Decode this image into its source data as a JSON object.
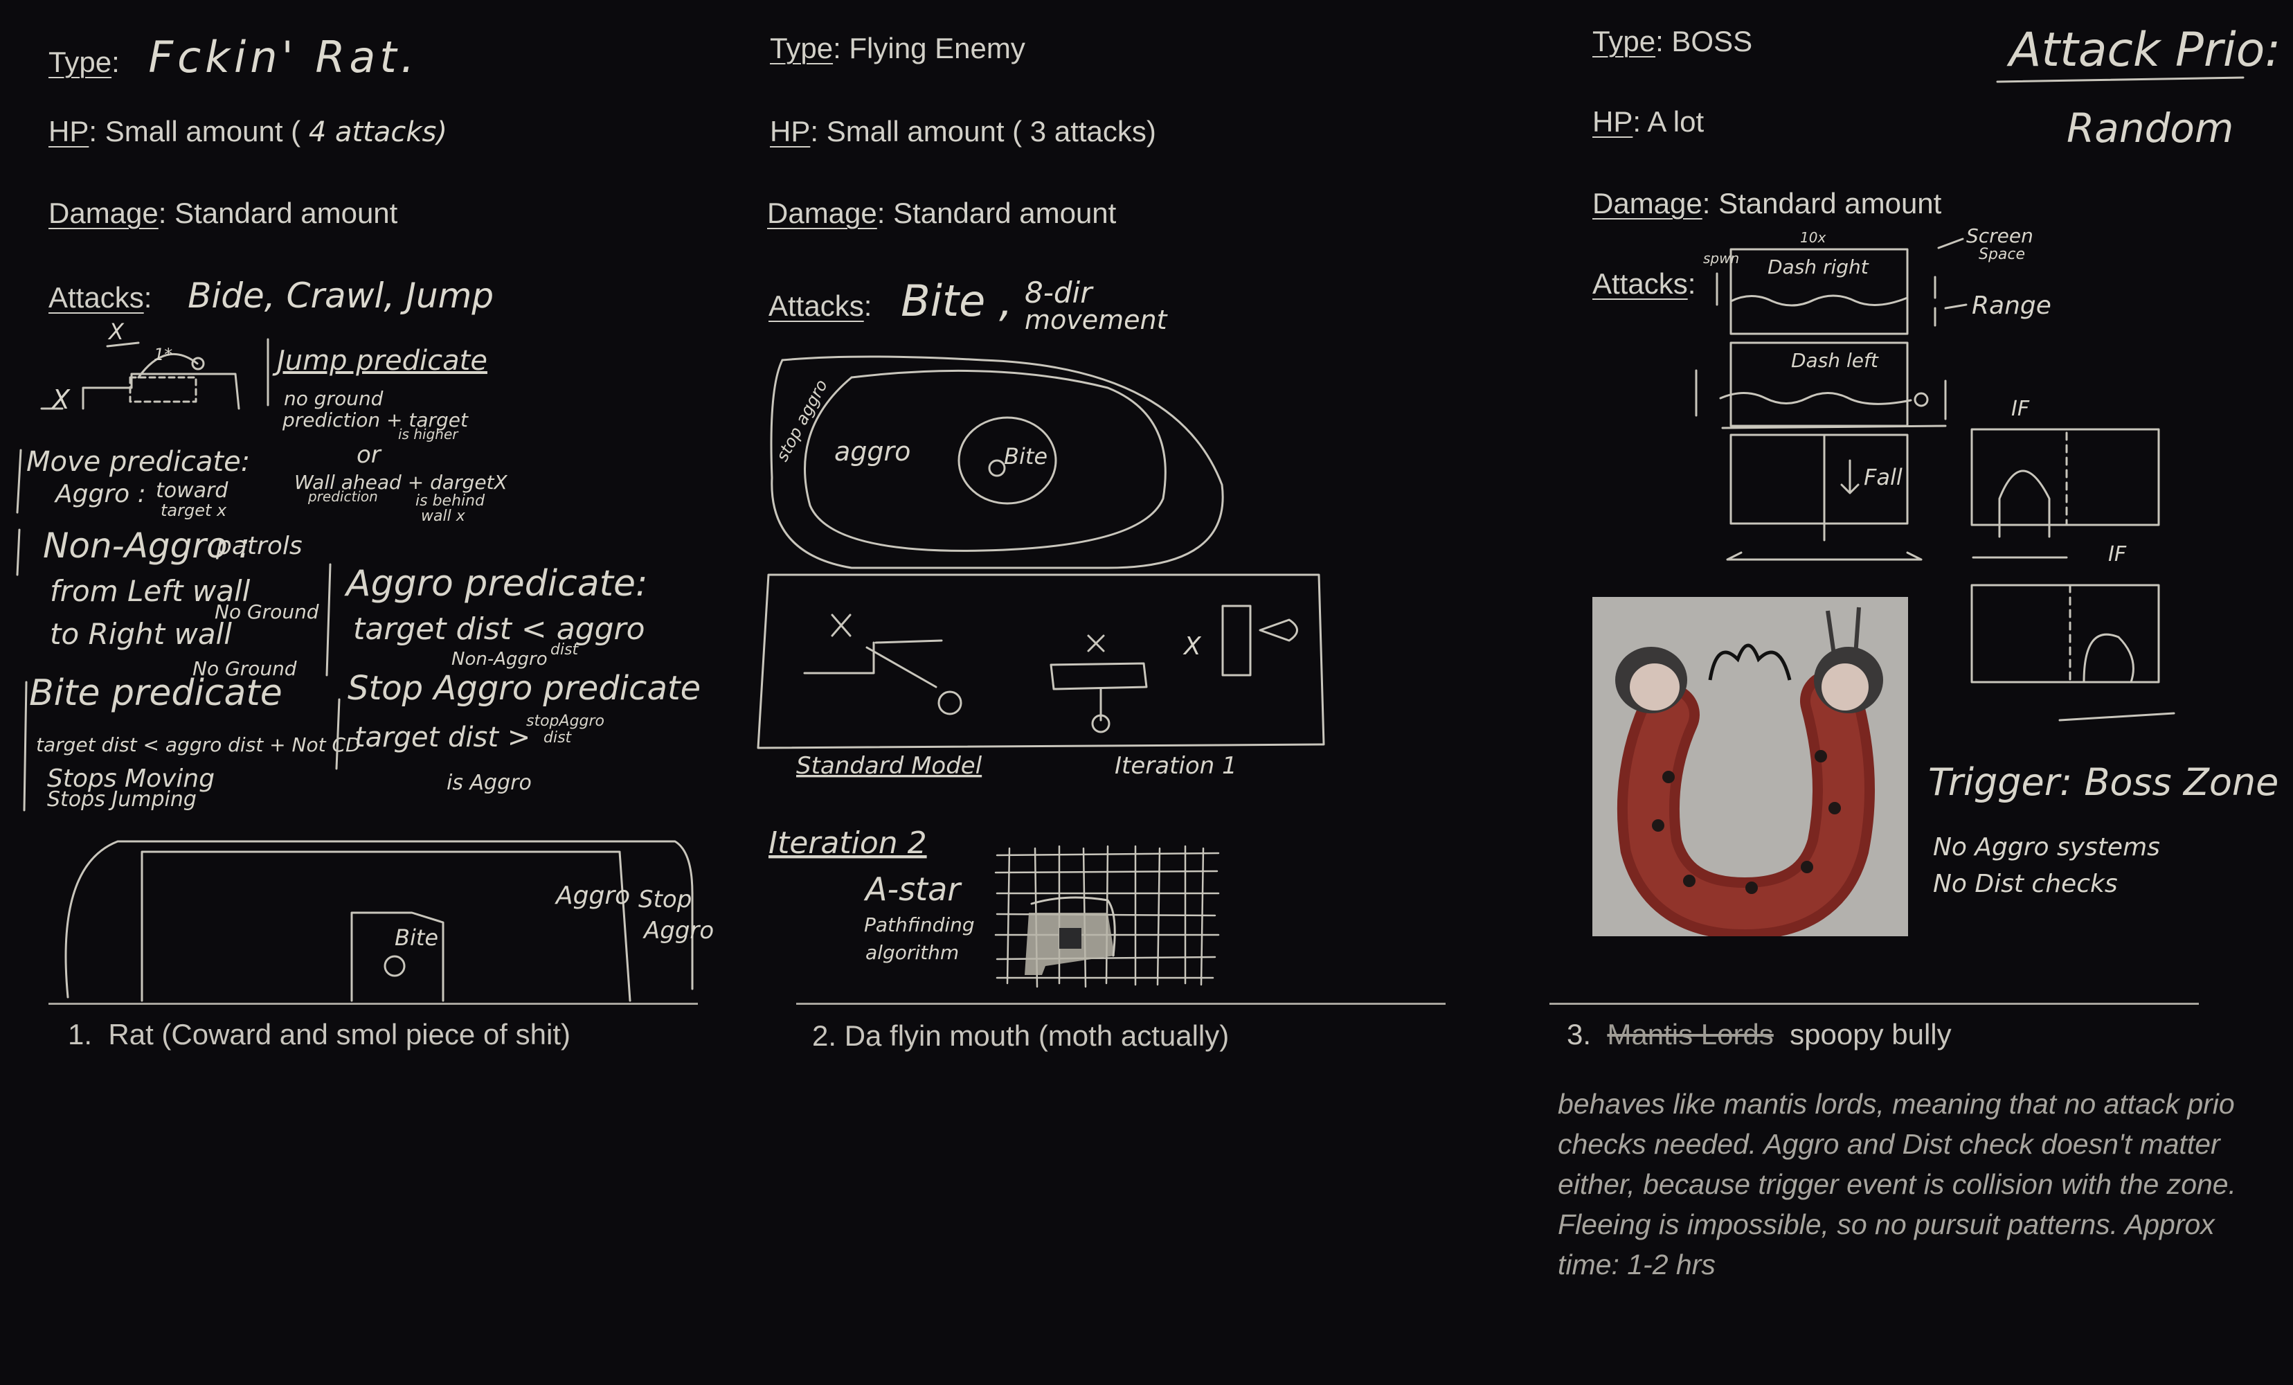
{
  "columns": [
    {
      "type_label": "Type",
      "type_value": "Fckin' Rat.",
      "hp_label": "HP",
      "hp_value": "Small amount (",
      "hp_hand": "4 attacks)",
      "damage_label": "Damage",
      "damage_value": "Standard amount",
      "attacks_label": "Attacks",
      "attacks_value": "Bide, Crawl, Jump",
      "caption_number": "1.",
      "caption": "Rat (Coward and smol piece of shit)"
    },
    {
      "type_label": "Type",
      "type_value": "Flying Enemy",
      "hp_label": "HP",
      "hp_value": "Small amount ( 3 attacks)",
      "damage_label": "Damage",
      "damage_value": "Standard amount",
      "attacks_label": "Attacks",
      "attacks_value": "Bite ,",
      "attacks_extra_1": "8-dir",
      "attacks_extra_2": "movement",
      "caption_number": "2.",
      "caption": "Da flyin mouth (moth actually)"
    },
    {
      "type_label": "Type",
      "type_value": "BOSS",
      "hp_label": "HP",
      "hp_value": "A lot",
      "damage_label": "Damage",
      "damage_value": "Standard amount",
      "attacks_label": "Attacks",
      "caption_number": "3.",
      "caption_struck": "Mantis Lords",
      "caption": "spoopy bully",
      "note": "behaves like mantis lords, meaning that no attack prio checks needed. Aggro and Dist check doesn't matter either, because trigger event is collision with the zone. Fleeing is impossible, so no pursuit patterns. Approx time: 1-2 hrs"
    }
  ],
  "rat_sketch": {
    "jump_title": "Jump predicate",
    "jump_line1": "no ground",
    "jump_line2": "prediction + target",
    "jump_line3": "is higher",
    "jump_or": "or",
    "jump_line4": "Wall ahead + dargetX",
    "jump_line5": "prediction",
    "jump_line6": "is behind",
    "jump_line7": "wall x",
    "move_title": "Move predicate:",
    "move_aggro": "Aggro :",
    "move_toward": "toward",
    "move_target": "target x",
    "nonaggro_title": "Non-Aggro :",
    "nonaggro_patrols": "patrols",
    "nonaggro_from": "from Left wall",
    "nonaggro_noground1": "No Ground",
    "nonaggro_to": "to Right wall",
    "nonaggro_noground2": "No Ground",
    "aggro_title": "Aggro predicate:",
    "aggro_line": "target dist < aggro",
    "aggro_dist": "dist",
    "aggro_non": "Non-Aggro",
    "bite_title": "Bite predicate",
    "bite_line": "target dist < aggro dist + Not CD",
    "bite_stops1": "Stops Moving",
    "bite_stops2": "Stops Jumping",
    "stop_title": "Stop Aggro predicate",
    "stop_line": "target dist >",
    "stop_dist1": "stopAggro",
    "stop_dist2": "dist",
    "stop_is": "is Aggro",
    "zone_aggro": "Aggro",
    "zone_stop1": "Stop",
    "zone_stop2": "Aggro",
    "zone_bite": "Bite",
    "mini_x": "X",
    "mini_1": "1*"
  },
  "moth_sketch": {
    "stop_aggro": "stop aggro",
    "aggro": "aggro",
    "bite": "Bite",
    "standard_model": "Standard Model",
    "iteration1": "Iteration 1",
    "iteration2": "Iteration 2",
    "astar1": "A-star",
    "astar2": "Pathfinding",
    "astar3": "algorithm"
  },
  "boss_sketch": {
    "attack_prio": "Attack Prio:",
    "random": "Random",
    "spawn": "spwn",
    "tx": "10x",
    "screen_space1": "Screen",
    "screen_space2": "Space",
    "dash_right": "Dash right",
    "dash_left": "Dash left",
    "range": "Range",
    "fall": "Fall",
    "if1": "IF",
    "if2": "IF",
    "trigger": "Trigger: Boss Zone",
    "no_aggro": "No Aggro systems",
    "no_dist": "No Dist checks"
  }
}
